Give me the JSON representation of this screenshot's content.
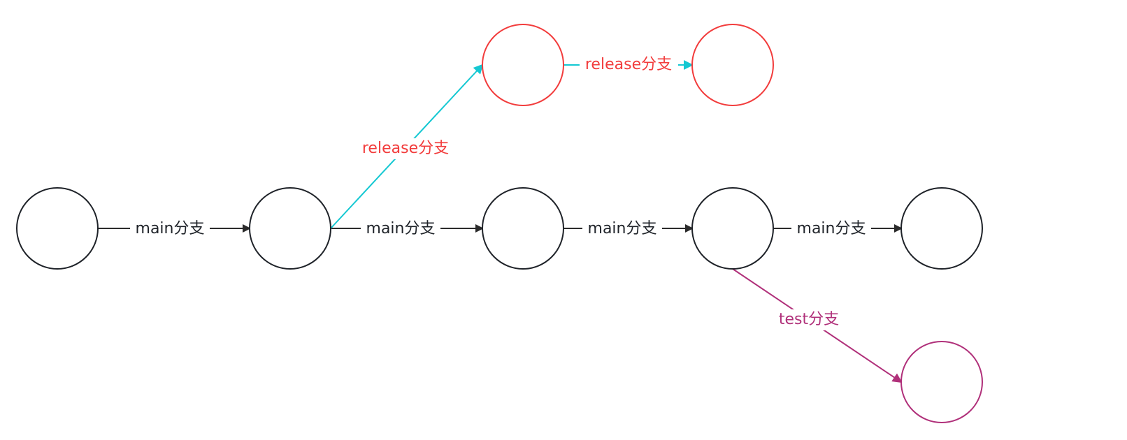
{
  "labels": {
    "main": "main分支",
    "release": "release分支",
    "test": "test分支"
  },
  "colors": {
    "main_node": "#1f2329",
    "main_edge": "#2b2b2b",
    "main_label": "#1f2329",
    "release_node": "#f23c3c",
    "release_edge": "#14c8d2",
    "release_label": "#f23c3c",
    "test_node": "#b0307a",
    "test_edge": "#b0307a",
    "test_label": "#b0307a"
  }
}
